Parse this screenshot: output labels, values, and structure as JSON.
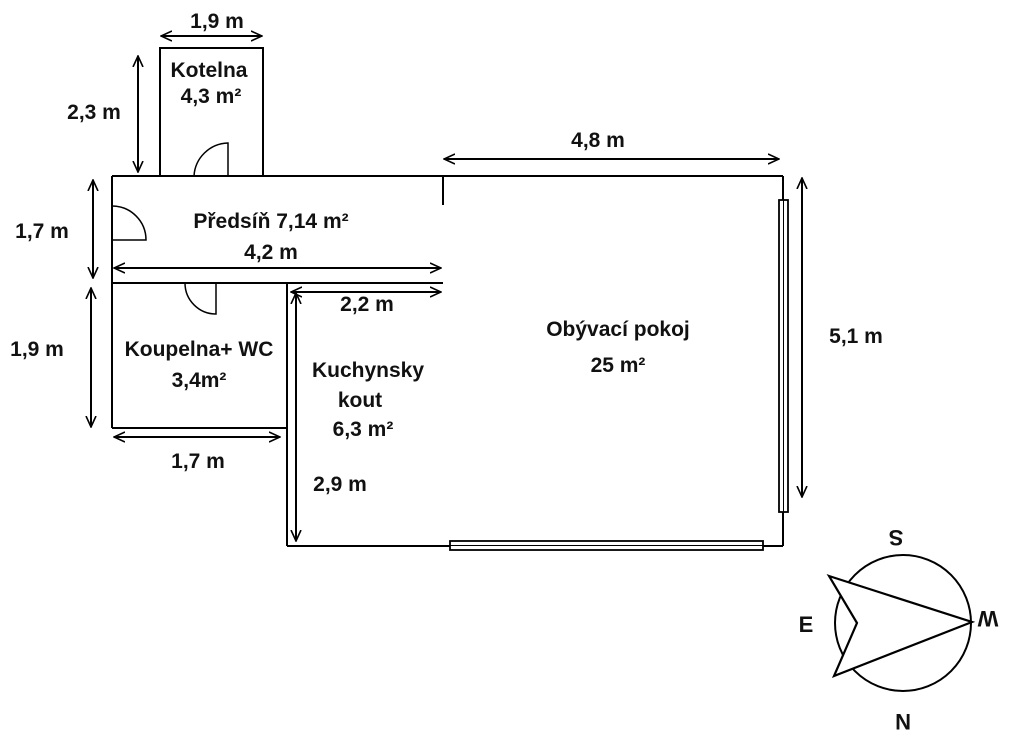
{
  "dimensions": {
    "kotelna_width": "1,9 m",
    "kotelna_height": "2,3 m",
    "living_width": "4,8 m",
    "living_height": "5,1 m",
    "hall_height": "1,7 m",
    "hall_width": "4,2 m",
    "bath_height": "1,9 m",
    "bath_width": "1,7 m",
    "kitchen_width": "2,2 m",
    "kitchen_height": "2,9 m"
  },
  "rooms": {
    "kotelna": {
      "name": "Kotelna",
      "area": "4,3 m²"
    },
    "predsin": {
      "name": "Předsíň 7,14 m²"
    },
    "obyvaci": {
      "name": "Obývací pokoj",
      "area": "25 m²"
    },
    "koupelna": {
      "name": "Koupelna+ WC",
      "area": "3,4m²"
    },
    "kuchyn": {
      "name_line1": "Kuchynsky",
      "name_line2": "kout",
      "area": "6,3 m²"
    }
  },
  "compass": {
    "north": "N",
    "south": "S",
    "east": "E",
    "west": "W"
  }
}
